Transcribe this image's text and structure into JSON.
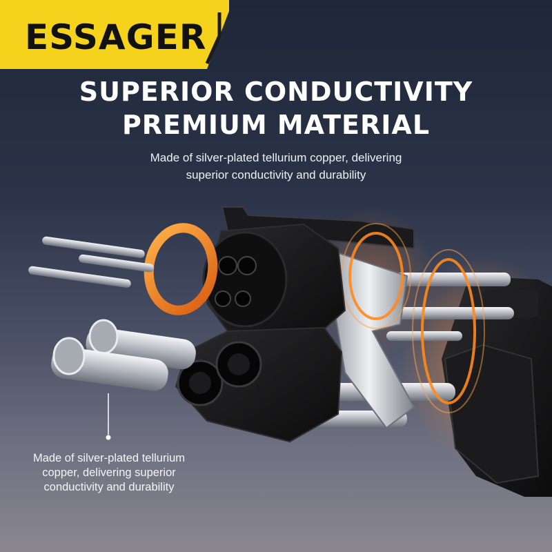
{
  "brand": {
    "name": "ESSAGER",
    "badge_color": "#f5d21c"
  },
  "headline": {
    "line1": "SUPERIOR CONDUCTIVITY",
    "line2": "PREMIUM MATERIAL"
  },
  "description": {
    "line1": "Made of silver-plated tellurium copper, delivering",
    "line2": "superior conductivity and durability"
  },
  "callout": {
    "line1": "Made of silver-plated tellurium",
    "line2": "copper, delivering superior",
    "line3": "conductivity and durability"
  },
  "colors": {
    "accent_orange": "#f07a1a",
    "housing_black": "#141414",
    "metal_silver": "#c9cbd0"
  }
}
